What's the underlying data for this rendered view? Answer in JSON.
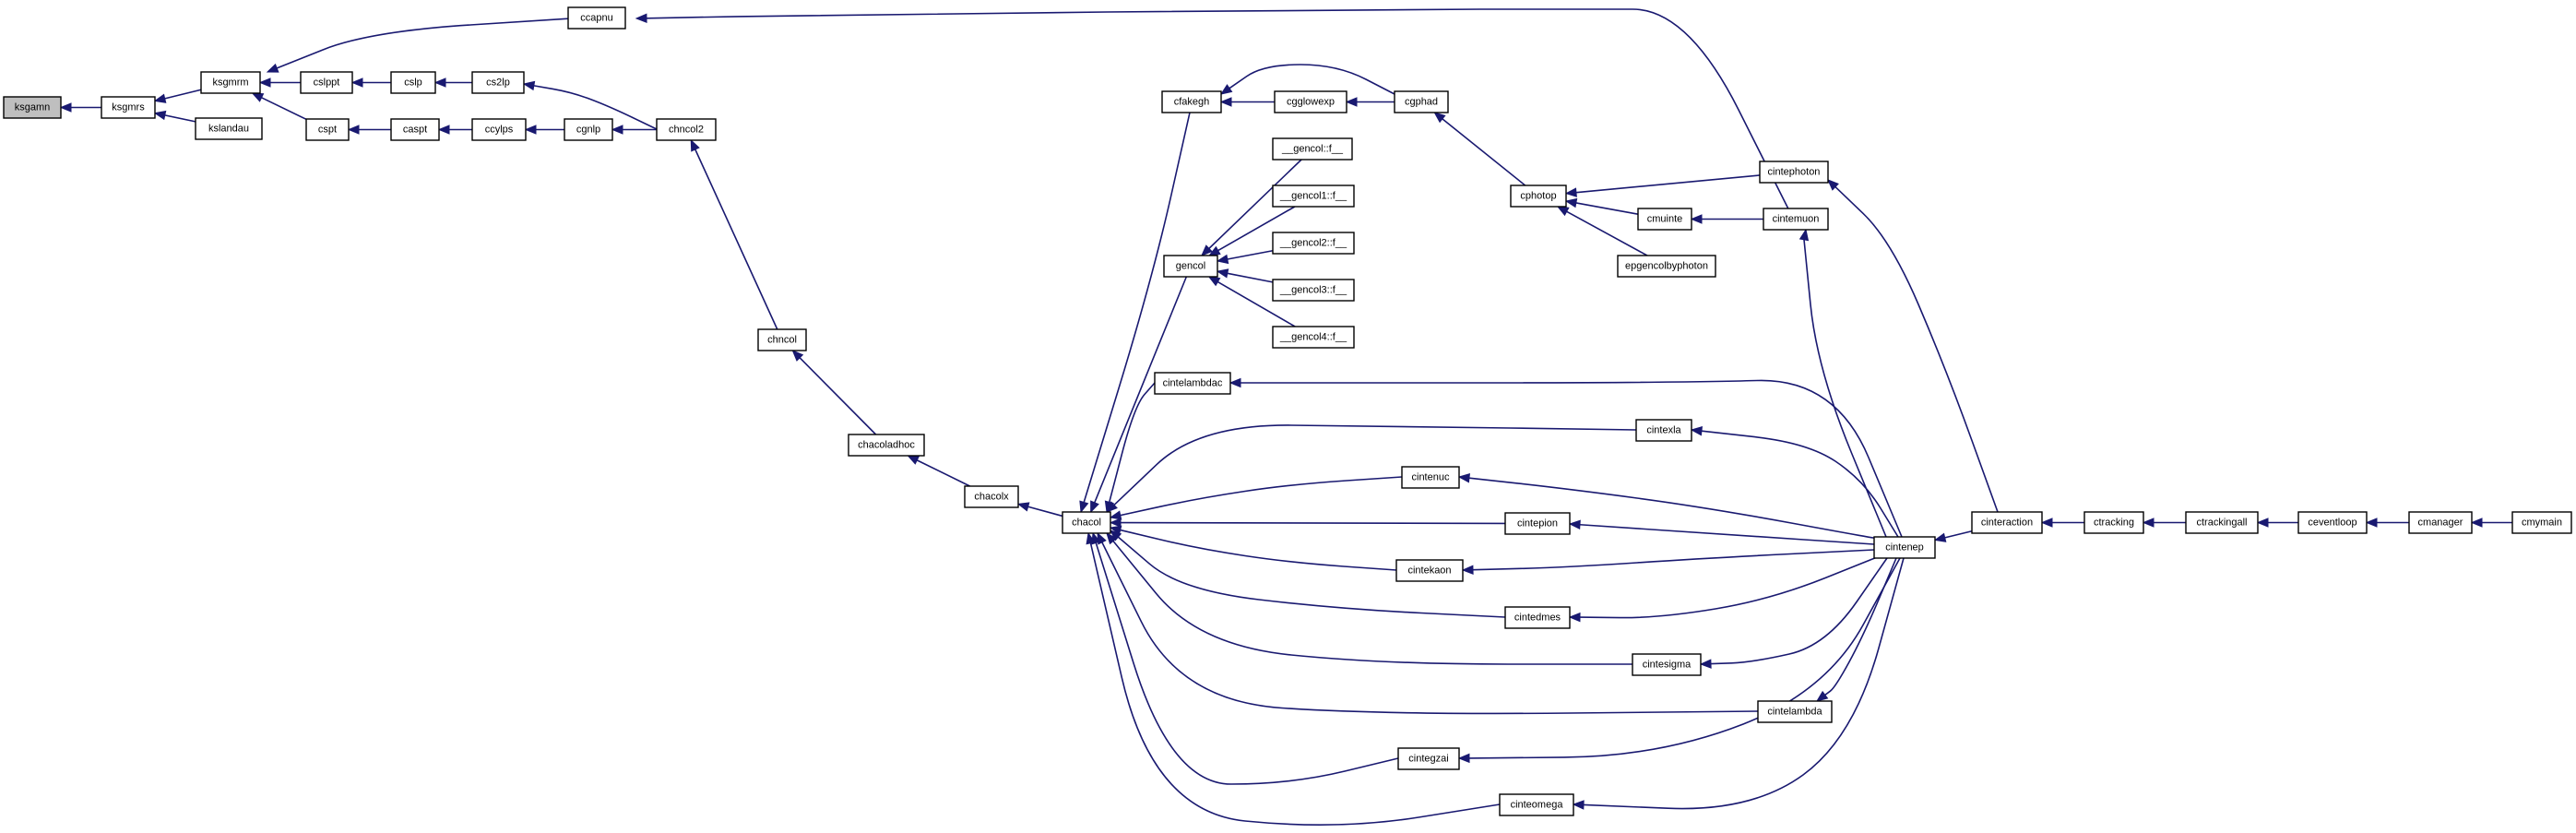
{
  "graph": {
    "selected": "ksgamn",
    "nodes": [
      {
        "id": "ksgamn",
        "label": "ksgamn"
      },
      {
        "id": "ksgmrs",
        "label": "ksgmrs"
      },
      {
        "id": "ksgmrm",
        "label": "ksgmrm"
      },
      {
        "id": "kslandau",
        "label": "kslandau"
      },
      {
        "id": "cslppt",
        "label": "cslppt"
      },
      {
        "id": "cslp",
        "label": "cslp"
      },
      {
        "id": "cs2lp",
        "label": "cs2lp"
      },
      {
        "id": "cspt",
        "label": "cspt"
      },
      {
        "id": "caspt",
        "label": "caspt"
      },
      {
        "id": "ccylps",
        "label": "ccylps"
      },
      {
        "id": "cgnlp",
        "label": "cgnlp"
      },
      {
        "id": "chncol2",
        "label": "chncol2"
      },
      {
        "id": "ccapnu",
        "label": "ccapnu"
      },
      {
        "id": "chncol",
        "label": "chncol"
      },
      {
        "id": "chacoladhoc",
        "label": "chacoladhoc"
      },
      {
        "id": "chacolx",
        "label": "chacolx"
      },
      {
        "id": "chacol",
        "label": "chacol"
      },
      {
        "id": "cfakegh",
        "label": "cfakegh"
      },
      {
        "id": "cgglowexp",
        "label": "cgglowexp"
      },
      {
        "id": "cgphad",
        "label": "cgphad"
      },
      {
        "id": "gencol",
        "label": "gencol"
      },
      {
        "id": "gencol0",
        "label": "__gencol::f__"
      },
      {
        "id": "gencol1",
        "label": "__gencol1::f__"
      },
      {
        "id": "gencol2",
        "label": "__gencol2::f__"
      },
      {
        "id": "gencol3",
        "label": "__gencol3::f__"
      },
      {
        "id": "gencol4",
        "label": "__gencol4::f__"
      },
      {
        "id": "cphotop",
        "label": "cphotop"
      },
      {
        "id": "cmuinte",
        "label": "cmuinte"
      },
      {
        "id": "epgencolbyphoton",
        "label": "epgencolbyphoton"
      },
      {
        "id": "cintephoton",
        "label": "cintephoton"
      },
      {
        "id": "cintemuon",
        "label": "cintemuon"
      },
      {
        "id": "cintelambdac",
        "label": "cintelambdac"
      },
      {
        "id": "cintexla",
        "label": "cintexla"
      },
      {
        "id": "cintenuc",
        "label": "cintenuc"
      },
      {
        "id": "cintepion",
        "label": "cintepion"
      },
      {
        "id": "cintekaon",
        "label": "cintekaon"
      },
      {
        "id": "cintedmes",
        "label": "cintedmes"
      },
      {
        "id": "cintesigma",
        "label": "cintesigma"
      },
      {
        "id": "cintelambda",
        "label": "cintelambda"
      },
      {
        "id": "cintegzai",
        "label": "cintegzai"
      },
      {
        "id": "cinteomega",
        "label": "cinteomega"
      },
      {
        "id": "cintenep",
        "label": "cintenep"
      },
      {
        "id": "cinteraction",
        "label": "cinteraction"
      },
      {
        "id": "ctracking",
        "label": "ctracking"
      },
      {
        "id": "ctrackingall",
        "label": "ctrackingall"
      },
      {
        "id": "ceventloop",
        "label": "ceventloop"
      },
      {
        "id": "cmanager",
        "label": "cmanager"
      },
      {
        "id": "cmymain",
        "label": "cmymain"
      }
    ],
    "edges": [
      {
        "from": "ksgmrs",
        "to": "ksgamn"
      },
      {
        "from": "ksgmrm",
        "to": "ksgmrs"
      },
      {
        "from": "kslandau",
        "to": "ksgmrs"
      },
      {
        "from": "ccapnu",
        "to": "ksgmrm"
      },
      {
        "from": "cslppt",
        "to": "ksgmrm"
      },
      {
        "from": "cspt",
        "to": "ksgmrm"
      },
      {
        "from": "cslp",
        "to": "cslppt"
      },
      {
        "from": "cs2lp",
        "to": "cslp"
      },
      {
        "from": "chncol2",
        "to": "cs2lp"
      },
      {
        "from": "caspt",
        "to": "cspt"
      },
      {
        "from": "ccylps",
        "to": "caspt"
      },
      {
        "from": "cgnlp",
        "to": "ccylps"
      },
      {
        "from": "chncol2",
        "to": "cgnlp"
      },
      {
        "from": "chncol",
        "to": "chncol2"
      },
      {
        "from": "cintemuon",
        "to": "ccapnu"
      },
      {
        "from": "chacoladhoc",
        "to": "chncol"
      },
      {
        "from": "chacolx",
        "to": "chacoladhoc"
      },
      {
        "from": "chacol",
        "to": "chacolx"
      },
      {
        "from": "cfakegh",
        "to": "chacol"
      },
      {
        "from": "gencol",
        "to": "chacol"
      },
      {
        "from": "cintelambdac",
        "to": "chacol"
      },
      {
        "from": "cintexla",
        "to": "chacol"
      },
      {
        "from": "cintenuc",
        "to": "chacol"
      },
      {
        "from": "cintepion",
        "to": "chacol"
      },
      {
        "from": "cintekaon",
        "to": "chacol"
      },
      {
        "from": "cintedmes",
        "to": "chacol"
      },
      {
        "from": "cintesigma",
        "to": "chacol"
      },
      {
        "from": "cintelambda",
        "to": "chacol"
      },
      {
        "from": "cintegzai",
        "to": "chacol"
      },
      {
        "from": "cinteomega",
        "to": "chacol"
      },
      {
        "from": "cgglowexp",
        "to": "cfakegh"
      },
      {
        "from": "cgphad",
        "to": "cfakegh"
      },
      {
        "from": "cgphad",
        "to": "cgglowexp"
      },
      {
        "from": "cphotop",
        "to": "cgphad"
      },
      {
        "from": "gencol0",
        "to": "gencol"
      },
      {
        "from": "gencol1",
        "to": "gencol"
      },
      {
        "from": "gencol2",
        "to": "gencol"
      },
      {
        "from": "gencol3",
        "to": "gencol"
      },
      {
        "from": "gencol4",
        "to": "gencol"
      },
      {
        "from": "cintephoton",
        "to": "cphotop"
      },
      {
        "from": "cmuinte",
        "to": "cphotop"
      },
      {
        "from": "epgencolbyphoton",
        "to": "cphotop"
      },
      {
        "from": "cintemuon",
        "to": "cmuinte"
      },
      {
        "from": "cinteraction",
        "to": "cintephoton"
      },
      {
        "from": "cintenep",
        "to": "cintemuon"
      },
      {
        "from": "cintenep",
        "to": "cintelambdac"
      },
      {
        "from": "cintenep",
        "to": "cintexla"
      },
      {
        "from": "cintenep",
        "to": "cintenuc"
      },
      {
        "from": "cintenep",
        "to": "cintepion"
      },
      {
        "from": "cintenep",
        "to": "cintekaon"
      },
      {
        "from": "cintenep",
        "to": "cintedmes"
      },
      {
        "from": "cintenep",
        "to": "cintesigma"
      },
      {
        "from": "cintenep",
        "to": "cintelambda"
      },
      {
        "from": "cintenep",
        "to": "cintegzai"
      },
      {
        "from": "cintenep",
        "to": "cinteomega"
      },
      {
        "from": "cinteraction",
        "to": "cintenep"
      },
      {
        "from": "ctracking",
        "to": "cinteraction"
      },
      {
        "from": "ctrackingall",
        "to": "ctracking"
      },
      {
        "from": "ceventloop",
        "to": "ctrackingall"
      },
      {
        "from": "cmanager",
        "to": "ceventloop"
      },
      {
        "from": "cmymain",
        "to": "cmanager"
      }
    ]
  }
}
